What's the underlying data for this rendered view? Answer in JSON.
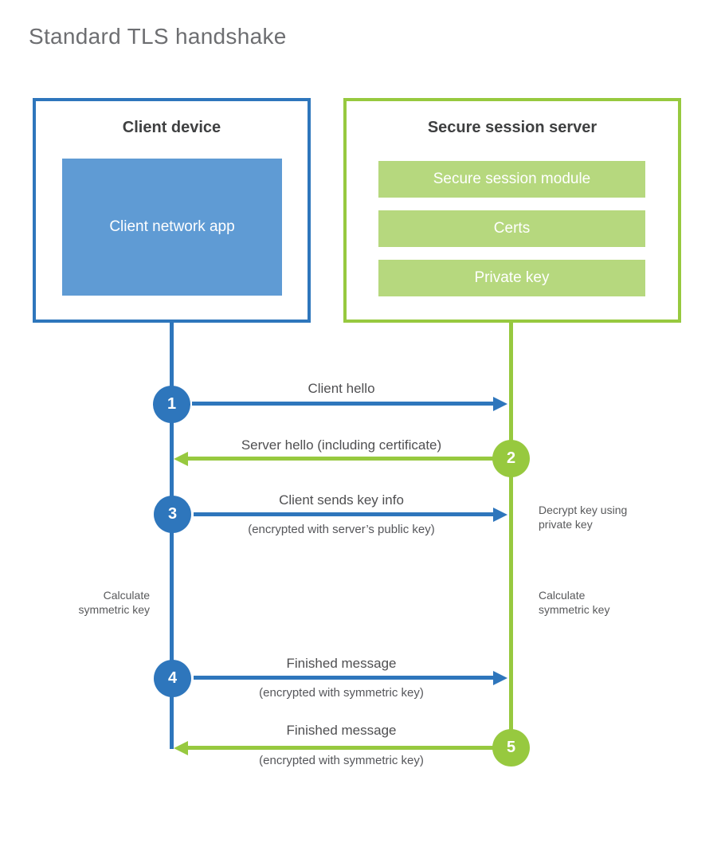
{
  "title": "Standard TLS handshake",
  "client": {
    "title": "Client device",
    "app": "Client network app"
  },
  "server": {
    "title": "Secure session server",
    "modules": [
      "Secure session module",
      "Certs",
      "Private key"
    ]
  },
  "steps": [
    {
      "num": "1",
      "label": "Client hello",
      "sub": "",
      "from": "client",
      "to": "server"
    },
    {
      "num": "2",
      "label": "Server hello (including certificate)",
      "sub": "",
      "from": "server",
      "to": "client"
    },
    {
      "num": "3",
      "label": "Client sends key info",
      "sub": "(encrypted with server’s public key)",
      "from": "client",
      "to": "server"
    },
    {
      "num": "4",
      "label": "Finished message",
      "sub": "(encrypted with symmetric key)",
      "from": "client",
      "to": "server"
    },
    {
      "num": "5",
      "label": "Finished message",
      "sub": "(encrypted with symmetric key)",
      "from": "server",
      "to": "client"
    }
  ],
  "notes": {
    "decrypt": "Decrypt key using private key",
    "calc_left": "Calculate symmetric key",
    "calc_right": "Calculate symmetric key"
  },
  "colors": {
    "client_blue": "#2e76bc",
    "client_fill_blue": "#5f9bd4",
    "server_green": "#97c93f",
    "server_fill_green": "#b6d87e"
  }
}
